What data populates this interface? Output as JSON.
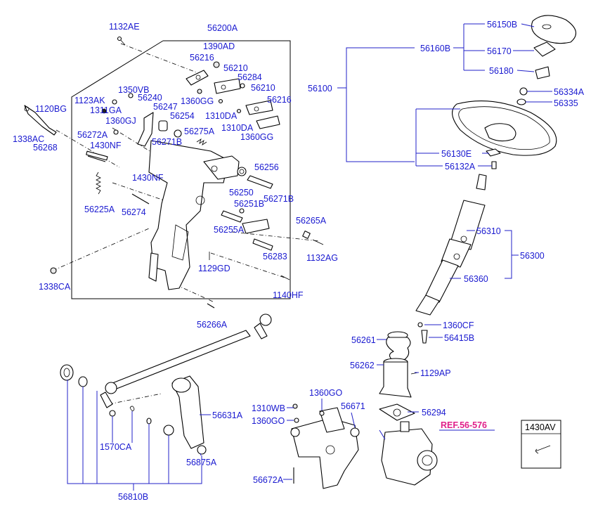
{
  "labels": {
    "l1132AE": "1132AE",
    "l56200A": "56200A",
    "l1390AD": "1390AD",
    "l56216a": "56216",
    "l56210a": "56210",
    "l56284": "56284",
    "l56210b": "56210",
    "l56216b": "56216",
    "l1360GGa": "1360GG",
    "l1350VB": "1350VB",
    "l1123AK": "1123AK",
    "l56240": "56240",
    "l1311GA": "1311GA",
    "l56247": "56247",
    "l56254": "56254",
    "l1310DAa": "1310DA",
    "l1310DAb": "1310DA",
    "l1360GJ": "1360GJ",
    "l56275A": "56275A",
    "l1360GGb": "1360GG",
    "l56271Ba": "56271B",
    "l1120BG": "1120BG",
    "l1338AC": "1338AC",
    "l56268": "56268",
    "l56272A": "56272A",
    "l1430NFa": "1430NF",
    "l1430NFb": "1430NF",
    "l56256": "56256",
    "l56250": "56250",
    "l56271Bb": "56271B",
    "l56251B": "56251B",
    "l56225A": "56225A",
    "l56274": "56274",
    "l56265A": "56265A",
    "l56255A": "56255A",
    "l1132AG": "1132AG",
    "l56283": "56283",
    "l1129GD": "1129GD",
    "l1338CA": "1338CA",
    "l1140HF": "1140HF",
    "l56266A": "56266A",
    "l56150B": "56150B",
    "l56160B": "56160B",
    "l56170": "56170",
    "l56180": "56180",
    "l56100": "56100",
    "l56334A": "56334A",
    "l56335": "56335",
    "l56130E": "56130E",
    "l56132A": "56132A",
    "l56310": "56310",
    "l56300": "56300",
    "l56360": "56360",
    "l1360CF": "1360CF",
    "l56261": "56261",
    "l56415B": "56415B",
    "l56262": "56262",
    "l1129AP": "1129AP",
    "l1360GOa": "1360GO",
    "l56671": "56671",
    "l1310WB": "1310WB",
    "l1360GOb": "1360GO",
    "l56294": "56294",
    "l56631A": "56631A",
    "l1570CA": "1570CA",
    "l56875A": "56875A",
    "l56672A": "56672A",
    "l56810B": "56810B",
    "lRef": "REF.56-576",
    "l1430AV": "1430AV"
  }
}
